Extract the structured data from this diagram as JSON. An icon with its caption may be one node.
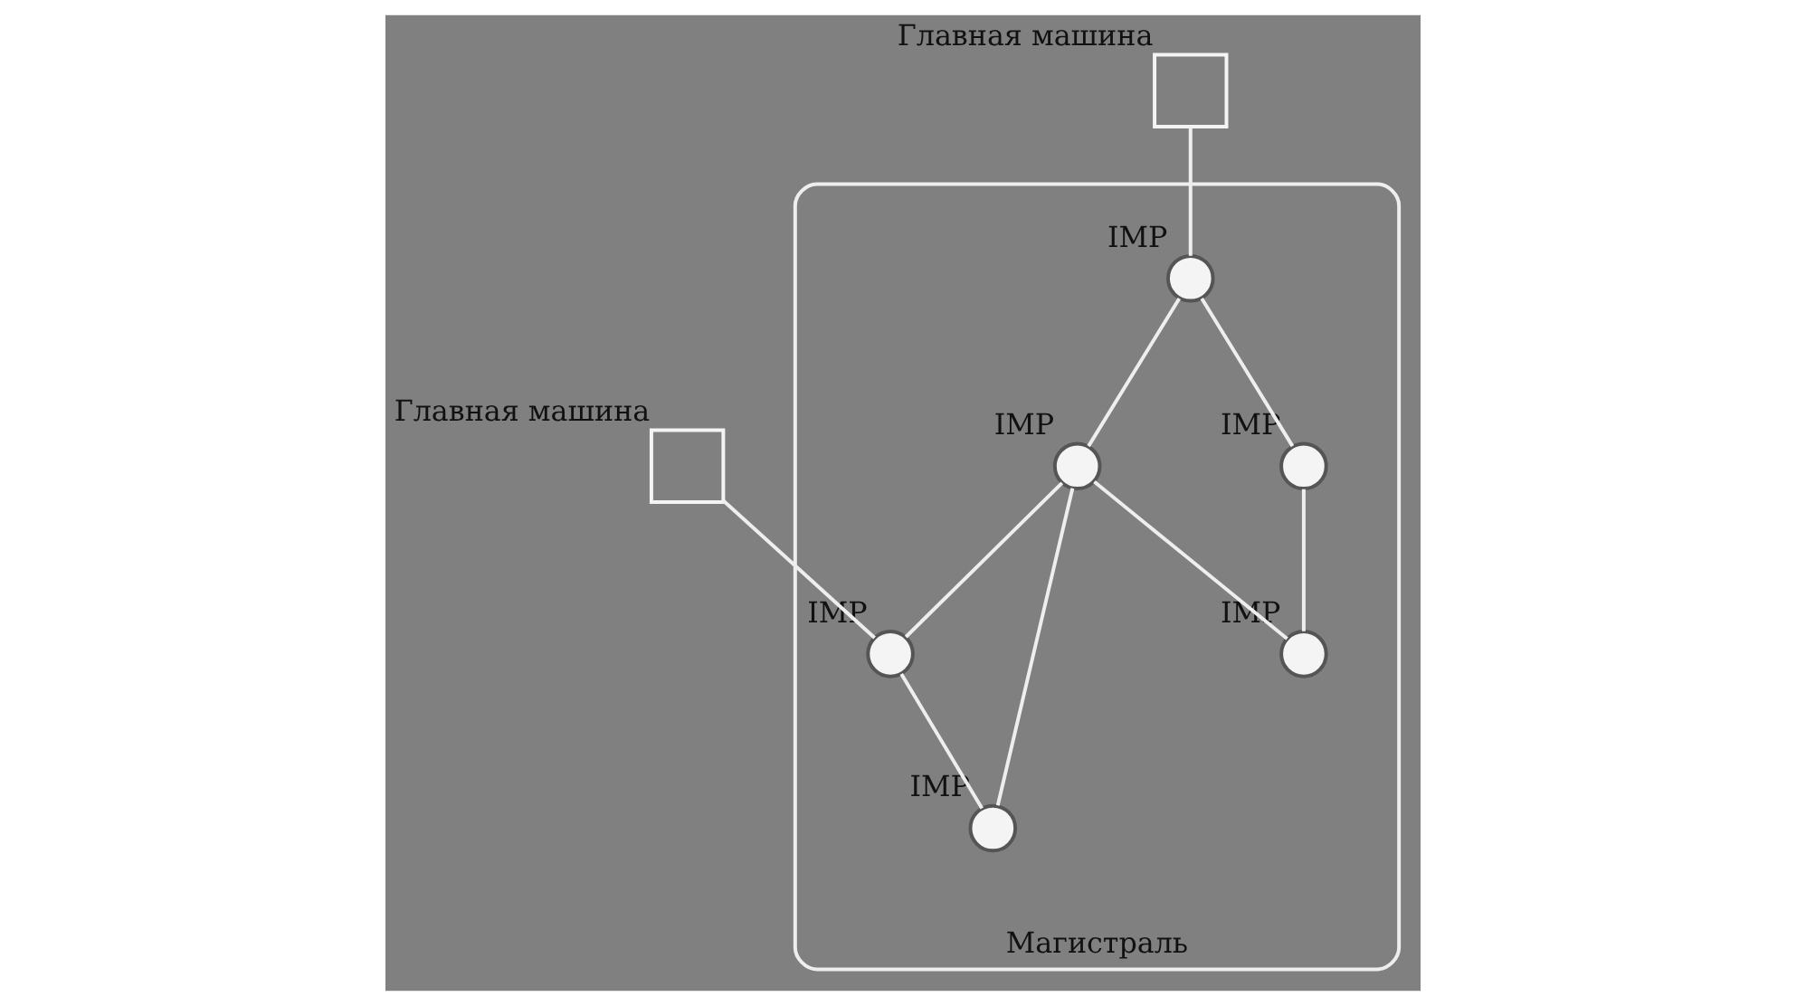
{
  "diagram": {
    "nodes": [
      {
        "text": [
          "Магистраль"
        ]
      },
      {
        "text": [],
        "shape": "box",
        "beside": [
          "Главная машина"
        ]
      },
      {
        "text": [],
        "shape": "box",
        "beside": [
          "Главная машина"
        ]
      },
      {
        "text": [],
        "shape": "circle",
        "beside": [
          "IMP"
        ],
        "in": 0
      },
      {
        "text": [],
        "shape": "circle",
        "beside": [
          "IMP"
        ],
        "in": 0
      },
      {
        "text": [],
        "shape": "circle",
        "beside": [
          "IMP"
        ],
        "in": 0
      },
      {
        "text": [],
        "shape": "circle",
        "beside": [
          "IMP"
        ],
        "in": 0
      },
      {
        "text": [],
        "shape": "circle",
        "beside": [
          "IMP"
        ],
        "in": 0
      },
      {
        "text": [],
        "shape": "circle",
        "beside": [
          "IMP"
        ],
        "in": 0
      }
    ],
    "edges": [
      {
        "from": 1,
        "to": 3,
        "arrow": "none"
      },
      {
        "from": 2,
        "to": 5,
        "arrow": "none"
      },
      {
        "from": 3,
        "to": 4,
        "arrow": "none"
      },
      {
        "from": 3,
        "to": 6,
        "arrow": "none"
      },
      {
        "from": 4,
        "to": 5,
        "arrow": "none"
      },
      {
        "from": 4,
        "to": 7,
        "arrow": "none"
      },
      {
        "from": 4,
        "to": 8,
        "arrow": "none"
      },
      {
        "from": 6,
        "to": 7,
        "arrow": "none"
      },
      {
        "from": 5,
        "to": 8,
        "arrow": "none"
      }
    ]
  }
}
